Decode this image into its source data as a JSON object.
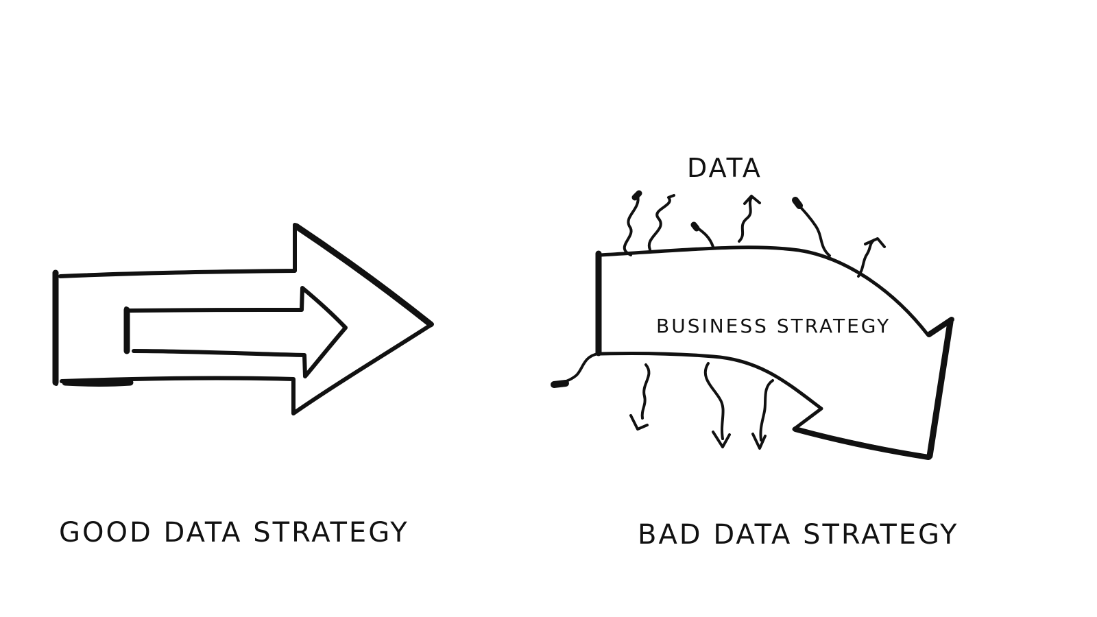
{
  "diagram": {
    "ink_color": "#111111",
    "background": "#ffffff",
    "good": {
      "caption": "GOOD DATA STRATEGY"
    },
    "bad": {
      "data_label": "DATA",
      "arrow_label": "BUSINESS STRATEGY",
      "caption": "BAD DATA STRATEGY"
    }
  }
}
